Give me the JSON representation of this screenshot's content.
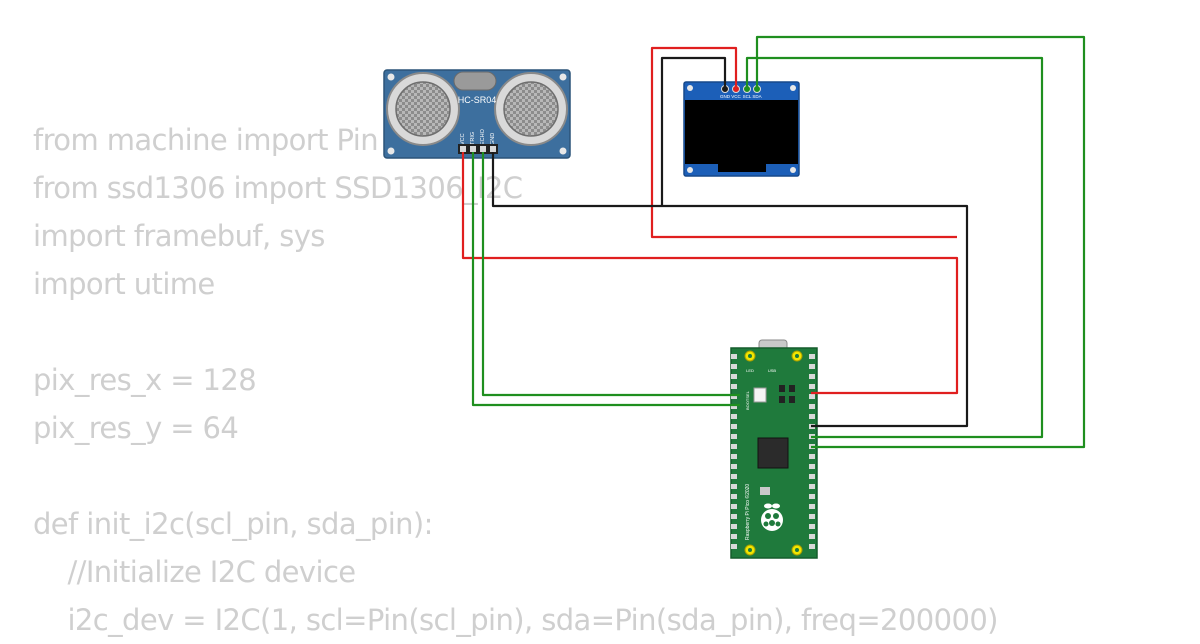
{
  "code_lines": [
    "from machine import Pin",
    "from ssd1306 import SSD1306_I2C",
    "import framebuf, sys",
    "import utime",
    "",
    "pix_res_x = 128",
    "pix_res_y = 64",
    "",
    "def init_i2c(scl_pin, sda_pin):",
    "    //Initialize I2C device",
    "    i2c_dev = I2C(1, scl=Pin(scl_pin), sda=Pin(sda_pin), freq=200000)"
  ],
  "ultrasonic": {
    "label": "HC-SR04",
    "pins": [
      "VCC",
      "TRIG",
      "ECHO",
      "GND"
    ]
  },
  "oled": {
    "pins": [
      "GND",
      "VCC",
      "SCL",
      "SDA"
    ]
  },
  "pico": {
    "board_text": "Raspberry Pi Pico ©2020",
    "chip_text": "BOOTSEL",
    "led_text": "LED",
    "usb_text": "USB"
  },
  "wire_colors": {
    "power": "#e01f1f",
    "ground": "#1a1a1a",
    "signal": "#1f8f1f"
  }
}
